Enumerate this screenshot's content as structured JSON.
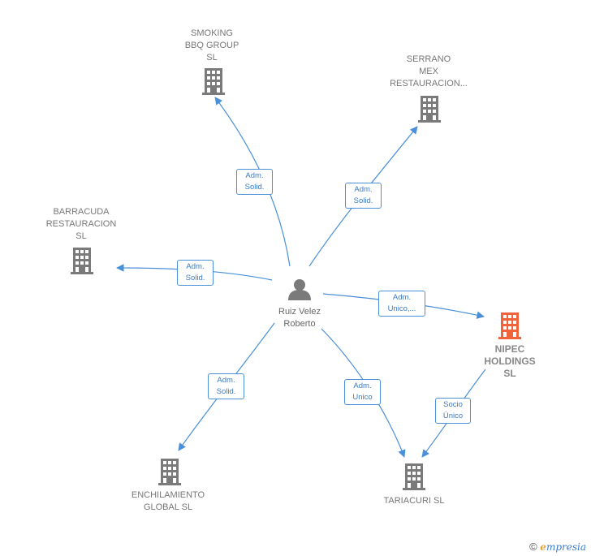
{
  "person": {
    "name_line1": "Ruiz Velez",
    "name_line2": "Roberto"
  },
  "companies": {
    "smoking": {
      "line1": "SMOKING",
      "line2": "BBQ GROUP",
      "line3": "SL"
    },
    "serrano": {
      "line1": "SERRANO",
      "line2": "MEX",
      "line3": "RESTAURACION..."
    },
    "barracuda": {
      "line1": "BARRACUDA",
      "line2": "RESTAURACION",
      "line3": "SL"
    },
    "nipec": {
      "line1": "NIPEC",
      "line2": "HOLDINGS",
      "line3": "SL"
    },
    "enchilamiento": {
      "line1": "ENCHILAMIENTO",
      "line2": "GLOBAL  SL"
    },
    "tariacuri": {
      "line1": "TARIACURI  SL"
    }
  },
  "edges": {
    "to_smoking": {
      "line1": "Adm.",
      "line2": "Solid."
    },
    "to_serrano": {
      "line1": "Adm.",
      "line2": "Solid."
    },
    "to_barracuda": {
      "line1": "Adm.",
      "line2": "Solid."
    },
    "to_nipec": {
      "line1": "Adm.",
      "line2": "Unico,..."
    },
    "to_enchilamiento": {
      "line1": "Adm.",
      "line2": "Solid."
    },
    "to_tariacuri": {
      "line1": "Adm.",
      "line2": "Unico"
    },
    "nipec_to_tariacuri": {
      "line1": "Socio",
      "line2": "Único"
    }
  },
  "colors": {
    "edge": "#4a90d9",
    "building_gray": "#7a7a7a",
    "building_highlight": "#f0643c",
    "person": "#7a7a7a"
  },
  "watermark": {
    "symbol": "©",
    "brand_first": "e",
    "brand_rest": "mpresia"
  }
}
